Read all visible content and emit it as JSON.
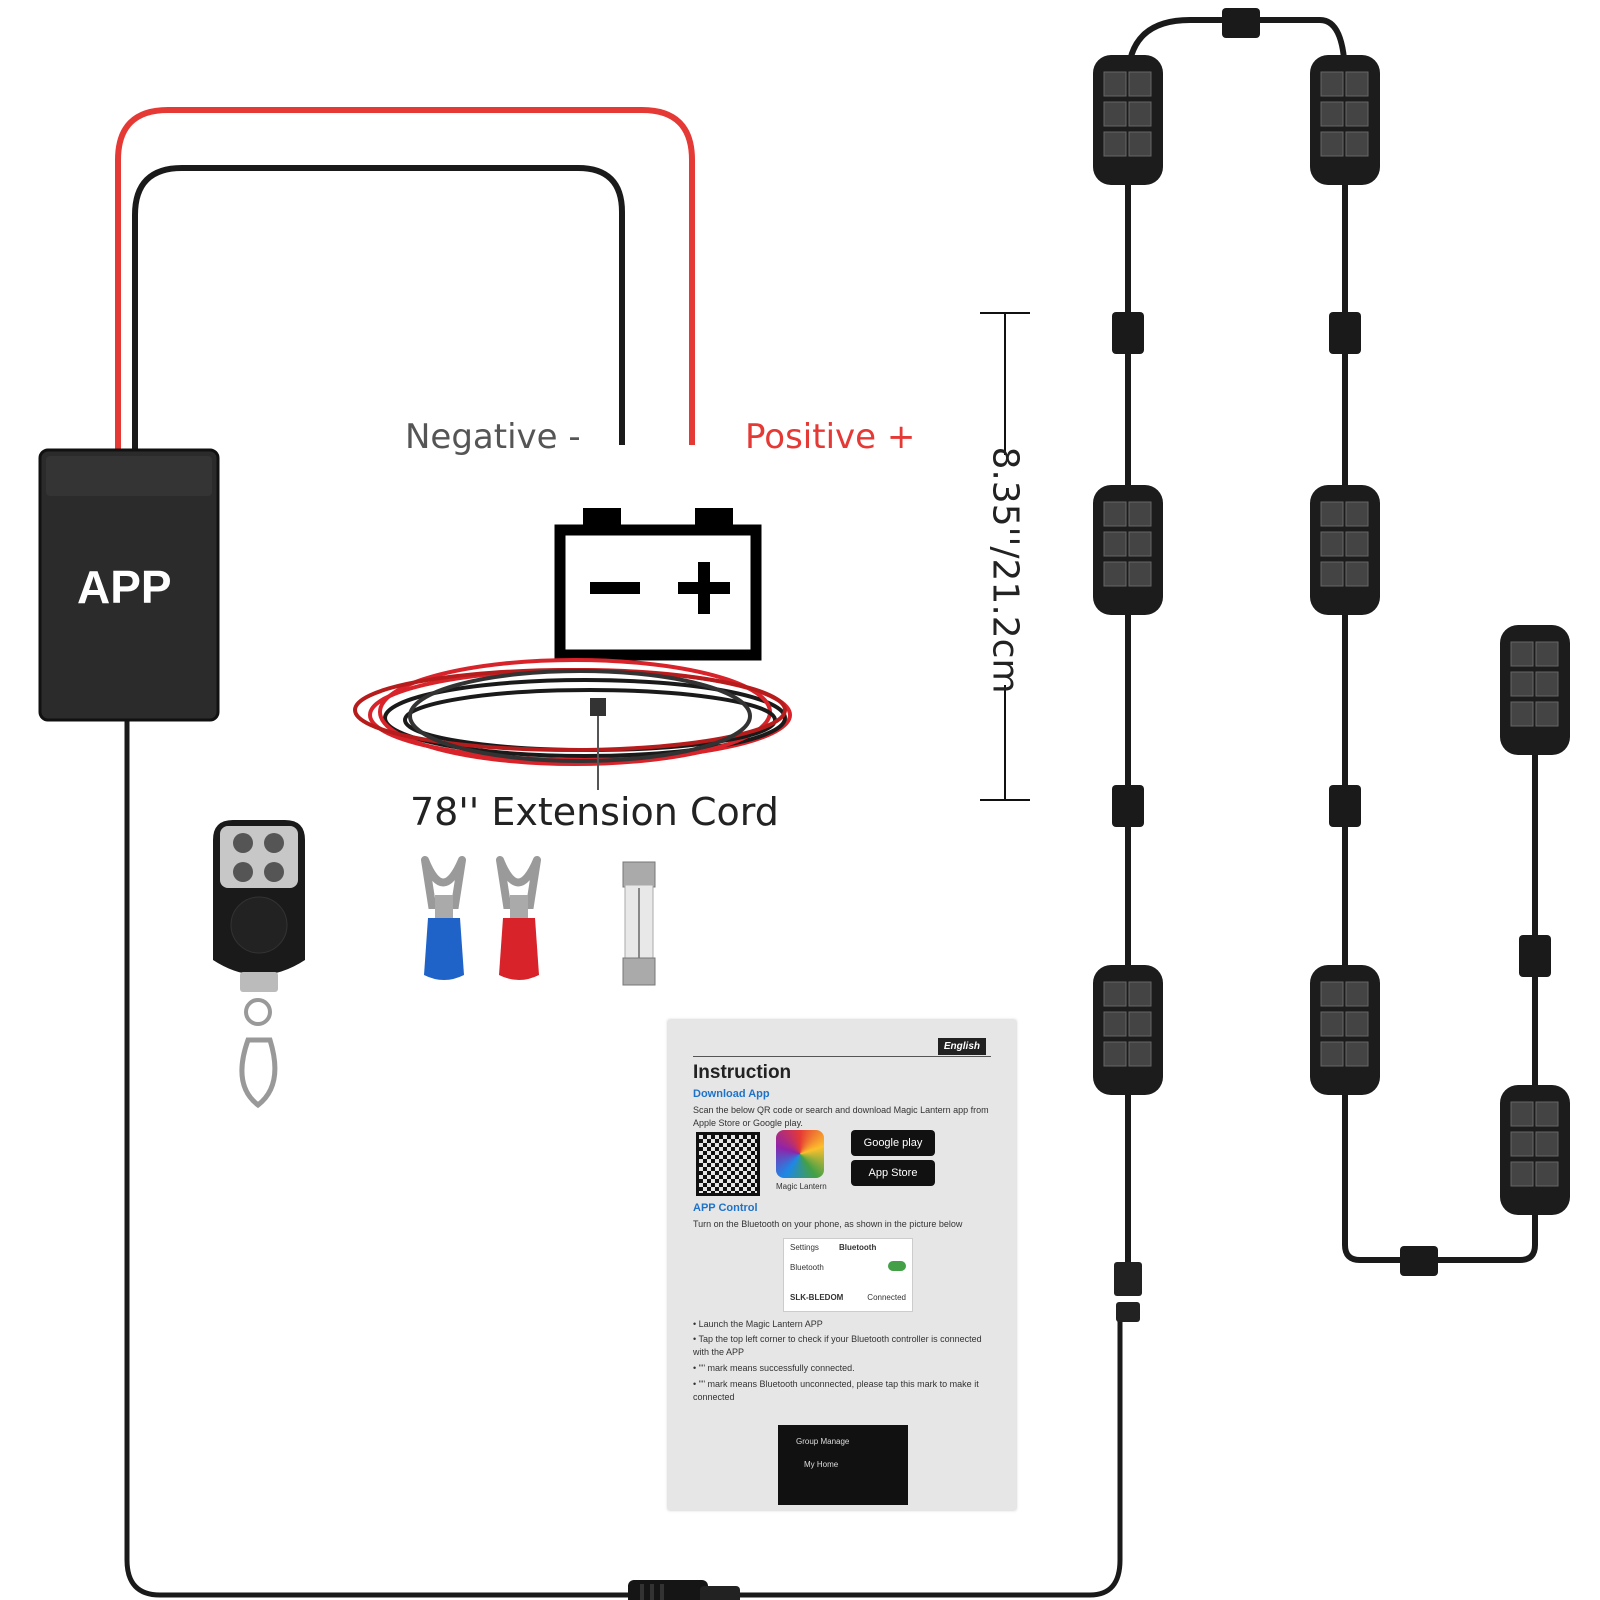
{
  "controller": {
    "label": "APP"
  },
  "battery": {
    "negative_label": "Negative -",
    "positive_label": "Positive +"
  },
  "extension": {
    "label": "78'' Extension Cord"
  },
  "dimension": {
    "label": "8.35''/21.2cm"
  },
  "manual": {
    "language": "English",
    "title": "Instruction",
    "download_heading": "Download App",
    "download_text": "Scan the below QR code or search and download Magic Lantern app from Apple Store or Google play.",
    "app_icon_label": "Magic Lantern",
    "google_badge": "Google play",
    "apple_badge": "App Store",
    "control_heading": "APP Control",
    "control_text": "Turn on the Bluetooth on your phone, as shown in the picture below",
    "phone_settings": "Settings",
    "phone_bluetooth": "Bluetooth",
    "phone_bt_row": "Bluetooth",
    "phone_device": "SLK-BLEDOM",
    "phone_status": "Connected",
    "bullets": [
      "Launch the Magic Lantern APP",
      "Tap the top left corner to check if your Bluetooth controller is connected with the APP",
      "\"\" mark means successfully connected.",
      "\"\" mark means Bluetooth unconnected, please tap this mark to make it connected"
    ],
    "group_label": "Group Manage",
    "my_home_label": "My Home"
  },
  "colors": {
    "red_wire": "#e53935",
    "black_wire": "#1a1a1a",
    "pod_body": "#1c1c1c",
    "insulator_blue": "#1f63c9",
    "insulator_red": "#d8232a",
    "accent_blue": "#1e73c8"
  }
}
